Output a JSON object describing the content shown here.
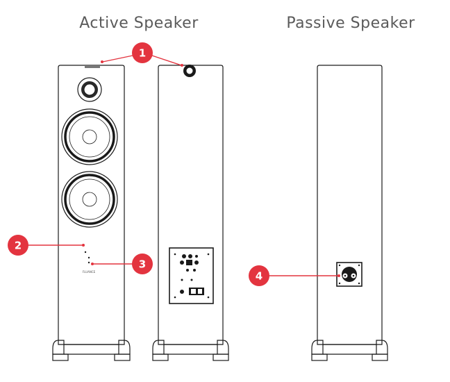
{
  "titles": {
    "active": "Active Speaker",
    "passive": "Passive Speaker"
  },
  "brand_label": "FLUANCE",
  "callouts": [
    "1",
    "2",
    "3",
    "4"
  ],
  "colors": {
    "callout": "#e3343f",
    "line": "#1a1a1a",
    "title": "#5a5a5a"
  }
}
